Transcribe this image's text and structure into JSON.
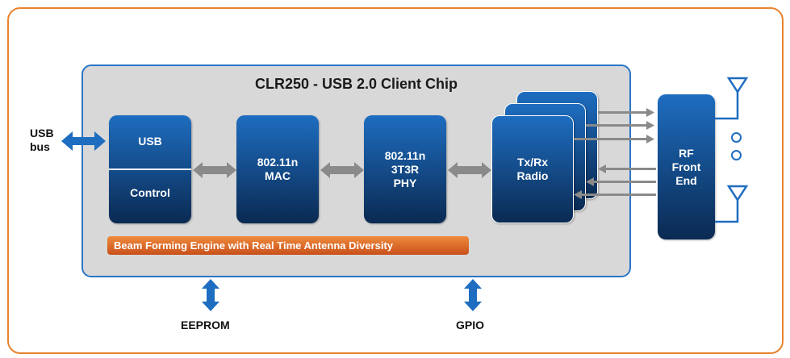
{
  "diagram": {
    "title": "CLR250 - USB 2.0 Client Chip",
    "usb_bus_label": [
      "USB",
      "bus"
    ],
    "blocks": {
      "usb_top": "USB",
      "usb_bottom": "Control",
      "mac": [
        "802.11n",
        "MAC"
      ],
      "phy": [
        "802.11n",
        "3T3R",
        "PHY"
      ],
      "radio": [
        "Tx/Rx",
        "Radio"
      ],
      "rf": [
        "RF",
        "Front",
        "End"
      ]
    },
    "beam_forming": "Beam Forming Engine with Real Time Antenna Diversity",
    "eeprom_label": "EEPROM",
    "gpio_label": "GPIO"
  },
  "colors": {
    "outer_border": "#e8822e",
    "chip_border": "#2a76c6",
    "chip_fill": "#d8d8d8",
    "block_blue": "#1e6dc0",
    "block_dark": "#0a2a52",
    "beam_orange": "#e0702a",
    "gray_arrow": "#8a8a8a"
  }
}
